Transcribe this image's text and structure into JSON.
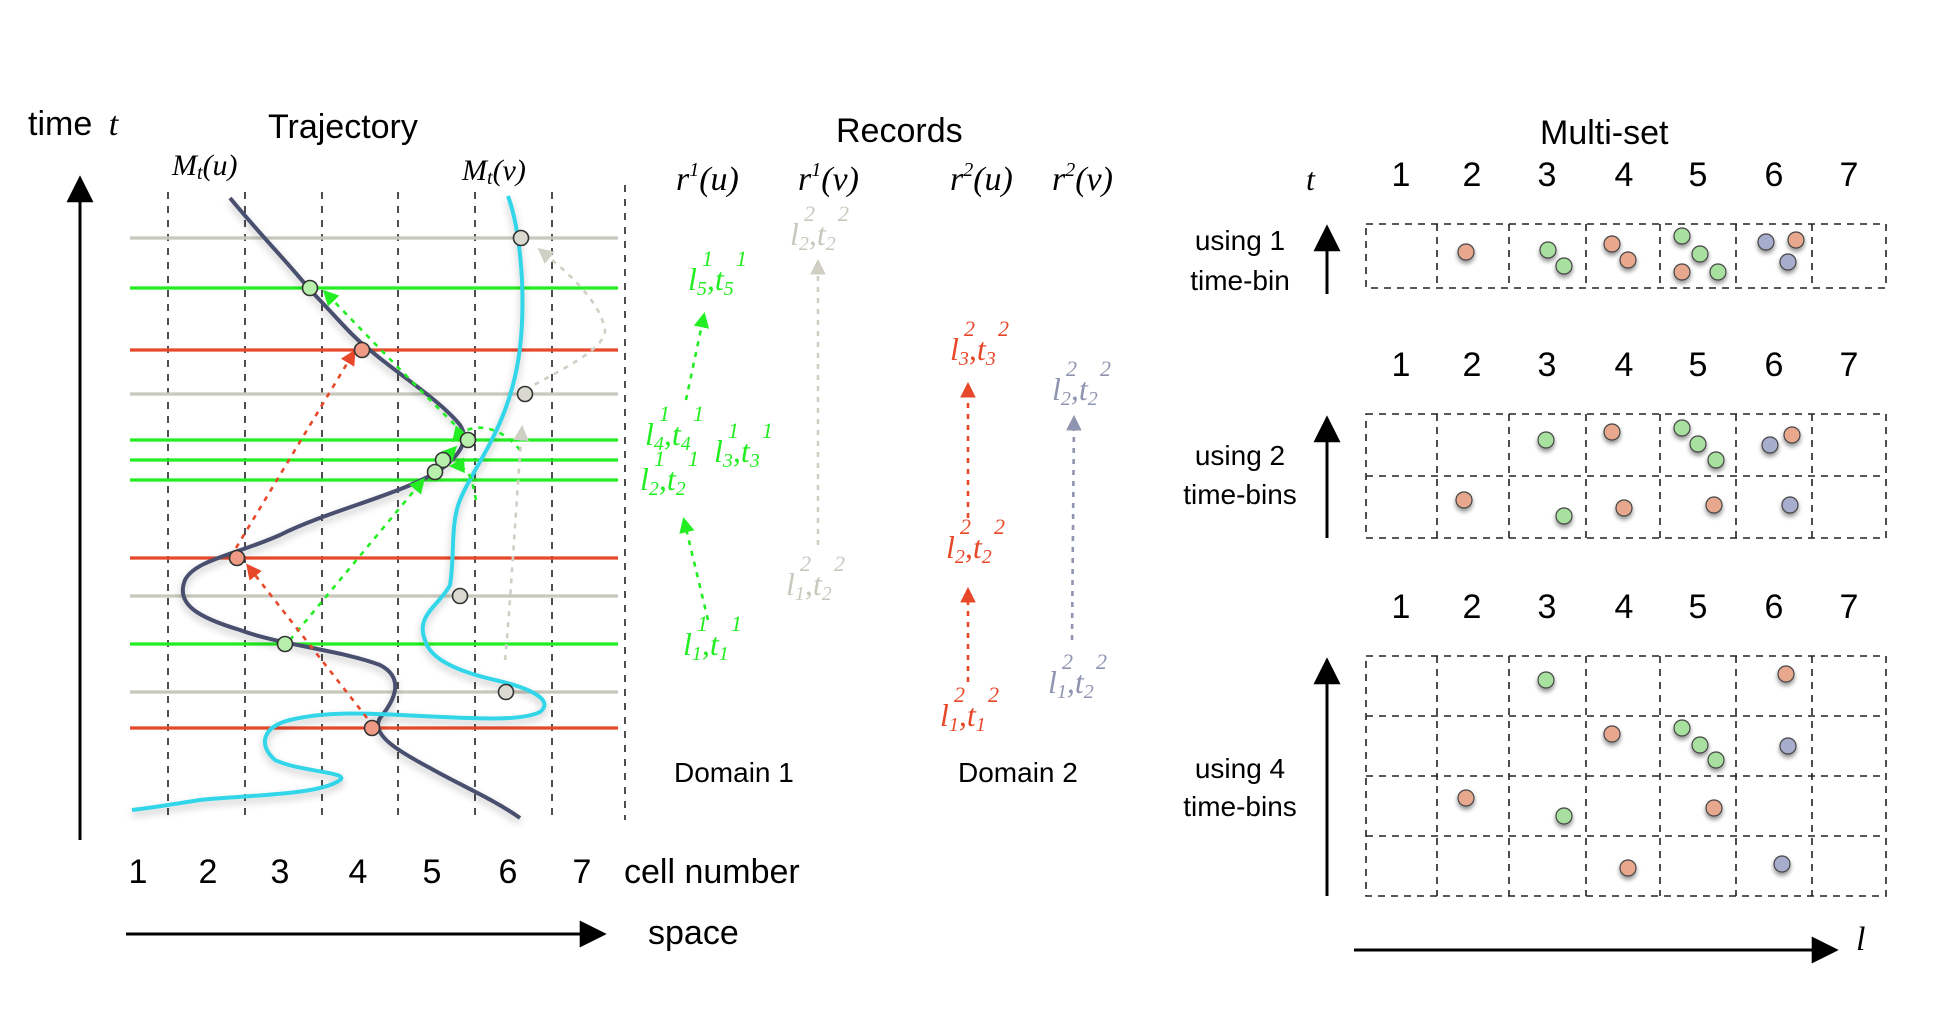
{
  "trajectory": {
    "title": "Trajectory",
    "y_axis_label": "time",
    "y_axis_var": "t",
    "x_axis_label": "space",
    "cell_axis_label": "cell number",
    "cells": [
      "1",
      "2",
      "3",
      "4",
      "5",
      "6",
      "7"
    ],
    "curve_u_label": "M",
    "curve_u_sub": "t",
    "curve_u_arg": "(u)",
    "curve_v_label": "M",
    "curve_v_sub": "t",
    "curve_v_arg": "(v)",
    "colors": {
      "u_curve": "#4a4f6e",
      "v_curve": "#33d6e8",
      "green": "#22ee22",
      "red": "#e8482a",
      "gray": "#c8c8bc"
    }
  },
  "records": {
    "title": "Records",
    "col_headers": [
      {
        "r": "r",
        "sup": "1",
        "arg": "(u)"
      },
      {
        "r": "r",
        "sup": "1",
        "arg": "(v)"
      },
      {
        "r": "r",
        "sup": "2",
        "arg": "(u)"
      },
      {
        "r": "r",
        "sup": "2",
        "arg": "(v)"
      }
    ],
    "domain1": "Domain 1",
    "domain2": "Domain 2",
    "d1_u": [
      {
        "i": "5",
        "sup": "1",
        "j": "5"
      },
      {
        "i": "4",
        "sup": "1",
        "j": "4"
      },
      {
        "i": "3",
        "sup": "1",
        "j": "3"
      },
      {
        "i": "2",
        "sup": "1",
        "j": "2"
      },
      {
        "i": "1",
        "sup": "1",
        "j": "1"
      }
    ],
    "d1_v": [
      {
        "i": "2",
        "sup": "2",
        "j": "2"
      },
      {
        "i": "1",
        "sup": "2",
        "j": "2"
      }
    ],
    "d2_u": [
      {
        "i": "3",
        "sup": "2",
        "j": "3"
      },
      {
        "i": "2",
        "sup": "2",
        "j": "2"
      },
      {
        "i": "1",
        "sup": "2",
        "j": "1"
      }
    ],
    "d2_v": [
      {
        "i": "2",
        "sup": "2",
        "j": "2"
      },
      {
        "i": "1",
        "sup": "2",
        "j": "2"
      }
    ]
  },
  "multiset": {
    "title": "Multi-set",
    "t_label": "t",
    "l_label": "l",
    "cols": [
      "1",
      "2",
      "3",
      "4",
      "5",
      "6",
      "7"
    ],
    "panels": [
      {
        "label1": "using 1",
        "label2": "time-bin",
        "bins": 1
      },
      {
        "label1": "using 2",
        "label2": "time-bins",
        "bins": 2
      },
      {
        "label1": "using 4",
        "label2": "time-bins",
        "bins": 4
      }
    ],
    "dot_colors": {
      "red": "#e8a88e",
      "green": "#a8e0a0",
      "blue": "#a7adcc"
    }
  }
}
